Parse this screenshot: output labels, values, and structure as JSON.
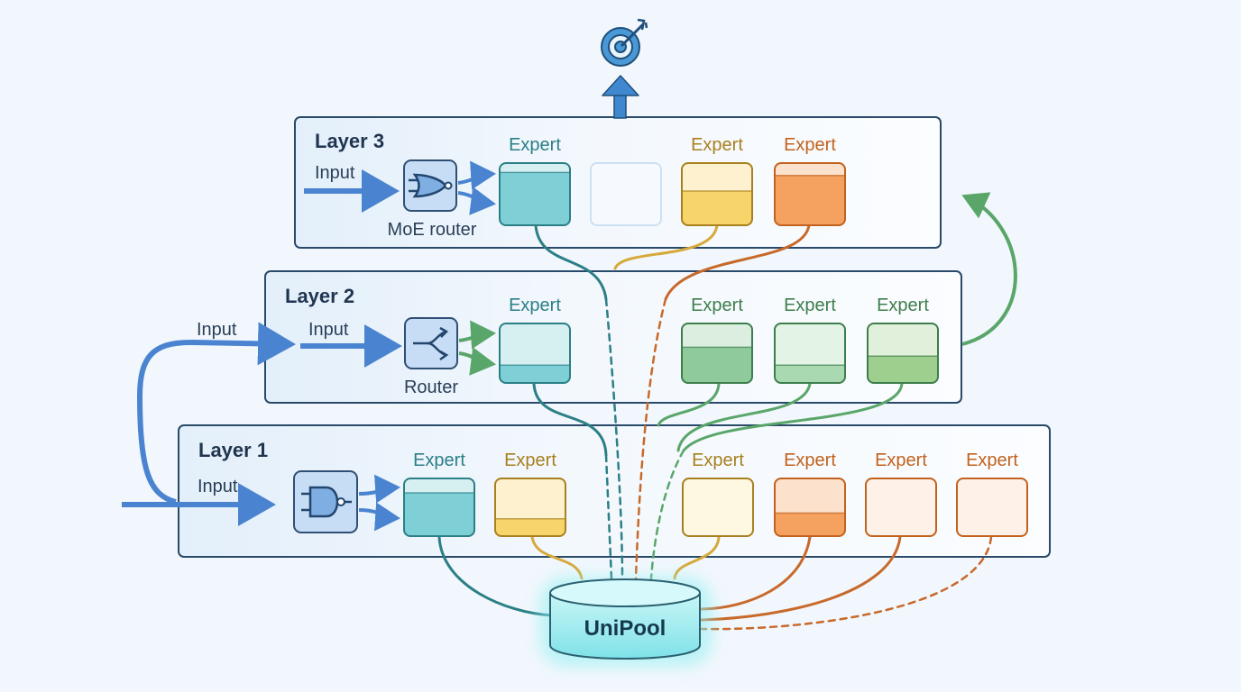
{
  "layers": [
    {
      "title": "Layer 3",
      "input_label": "Input",
      "router_label": "MoE router",
      "router_icon": "or-gate-icon",
      "experts": [
        {
          "label": "Expert",
          "color": "#2b7f86",
          "fill": "#7fd0d6",
          "level": 0.85
        },
        {
          "label": "",
          "color": "#b9d5ee",
          "fill": "#e2effb",
          "level": 0
        },
        {
          "label": "Expert",
          "color": "#a8801f",
          "fill": "#f8d56b",
          "level": 0.55
        },
        {
          "label": "Expert",
          "color": "#c2621e",
          "fill": "#f5a160",
          "level": 0.8
        }
      ]
    },
    {
      "title": "Layer 2",
      "outside_input_label": "Input",
      "input_label": "Input",
      "router_label": "Router",
      "router_icon": "split-arrow-icon",
      "experts": [
        {
          "label": "Expert",
          "color": "#2b7f86",
          "fill": "#7fd0d6",
          "level": 0.3
        },
        {
          "label": "Expert",
          "color": "#3d7e4c",
          "fill": "#8fca9a",
          "level": 0.6
        },
        {
          "label": "Expert",
          "color": "#3d7e4c",
          "fill": "#a9d9b0",
          "level": 0.3
        },
        {
          "label": "Expert",
          "color": "#3d7e4c",
          "fill": "#9fcf8f",
          "level": 0.45
        }
      ]
    },
    {
      "title": "Layer 1",
      "input_label": "Input",
      "router_label": "",
      "router_icon": "nand-gate-icon",
      "experts": [
        {
          "label": "Expert",
          "color": "#2b7f86",
          "fill": "#7fd0d6",
          "level": 0.75
        },
        {
          "label": "Expert",
          "color": "#a8801f",
          "fill": "#f8d56b",
          "level": 0.3
        },
        {
          "label": "Expert",
          "color": "#a8801f",
          "fill": "#fbe5a4",
          "level": 0
        },
        {
          "label": "Expert",
          "color": "#c2621e",
          "fill": "#f5a160",
          "level": 0.4
        },
        {
          "label": "Expert",
          "color": "#c2621e",
          "fill": "#fcd5b8",
          "level": 0
        },
        {
          "label": "Expert",
          "color": "#c2621e",
          "fill": "#fcd5b8",
          "level": 0
        }
      ]
    }
  ],
  "pool": {
    "label": "UniPool"
  },
  "output_icon": "target-icon",
  "colors": {
    "teal": "#2b7f86",
    "yellow": "#d6a93a",
    "orange": "#c8692a",
    "green": "#5aa66a",
    "blue": "#4a84d0"
  }
}
